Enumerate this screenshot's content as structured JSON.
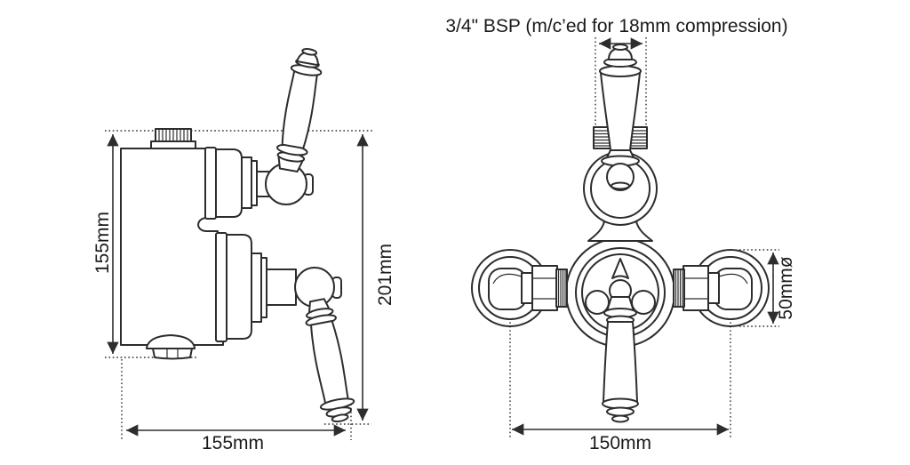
{
  "drawing": {
    "note_top": "3/4\" BSP (m/c’ed for 18mm compression)",
    "side_view": {
      "body_height": "155mm",
      "overall_height": "201mm",
      "overall_depth": "155mm"
    },
    "front_view": {
      "flange_diameter": "50mmø",
      "centres_width": "150mm"
    }
  },
  "colors": {
    "line": "#2d2d2d",
    "text": "#1a1a1a",
    "background": "#ffffff"
  }
}
